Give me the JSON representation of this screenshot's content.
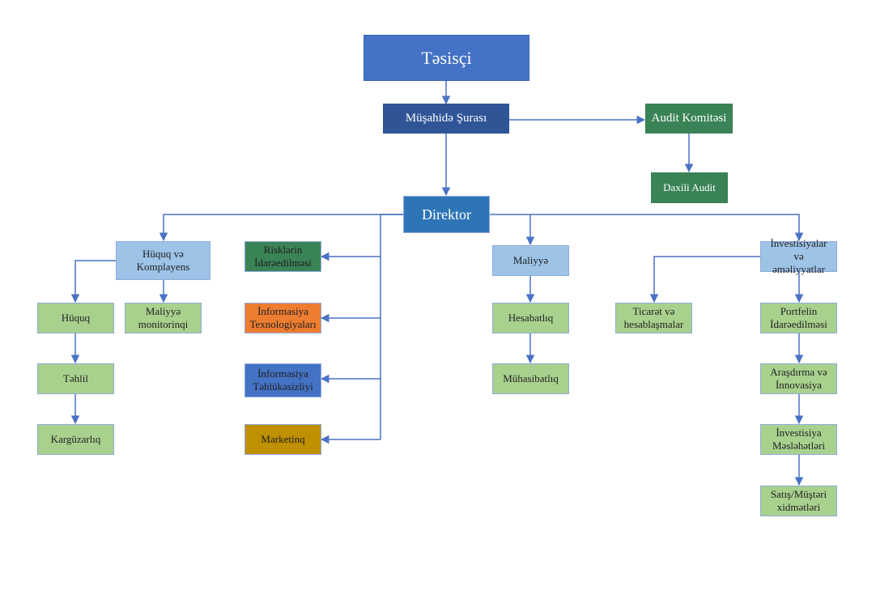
{
  "colors": {
    "line": "#4a72c4",
    "founder_fill": "#4472c4",
    "founder_border": "#3a62b0",
    "board_fill": "#2f5597",
    "director_fill": "#2e75b6",
    "light_blue_fill": "#9dc3e6",
    "light_green_fill": "#a9d18e",
    "dark_green_fill": "#3a8356",
    "orange_fill": "#ed7d31",
    "blue_fill": "#4472c4",
    "gold_fill": "#bf9000",
    "box_border": "#8faadc"
  },
  "nodes": {
    "founder": "Təsisçi",
    "supervisory_board": "Müşahidə Şurası",
    "audit_committee": "Audit Komitəsi",
    "internal_audit": "Daxili Audit",
    "director": "Direktor",
    "legal_compliance": [
      "Hüquq və",
      "Komplayens"
    ],
    "legal": "Hüquq",
    "analysis": "Təhlil",
    "clerical": "Kargüzarlıq",
    "financial_monitoring": [
      "Maliyyə",
      "monitorinqi"
    ],
    "risk_management": [
      "Risklərin",
      "İdarəedilməsi"
    ],
    "information_technologies": [
      "İnformasiya",
      "Texnologiyaları"
    ],
    "information_security": [
      "İnformasiya",
      "Təhlükəsizliyi"
    ],
    "marketing": "Marketinq",
    "finance": "Maliyyə",
    "reporting": "Hesabatlıq",
    "accounting": "Mühasibatlıq",
    "investments_operations": [
      "İnvestisiyalar və",
      "əməliyyatlar"
    ],
    "trade_settlements": [
      "Ticarət və",
      "hesablaşmalar"
    ],
    "portfolio_management": [
      "Portfelin",
      "İdarəedilməsi"
    ],
    "research_innovation": [
      "Araşdırma və",
      "İnnovasiya"
    ],
    "investment_advice": [
      "İnvestisiya",
      "Məsləhətləri"
    ],
    "sales_client_services": [
      "Satış/Müştəri",
      "xidmətləri"
    ]
  }
}
